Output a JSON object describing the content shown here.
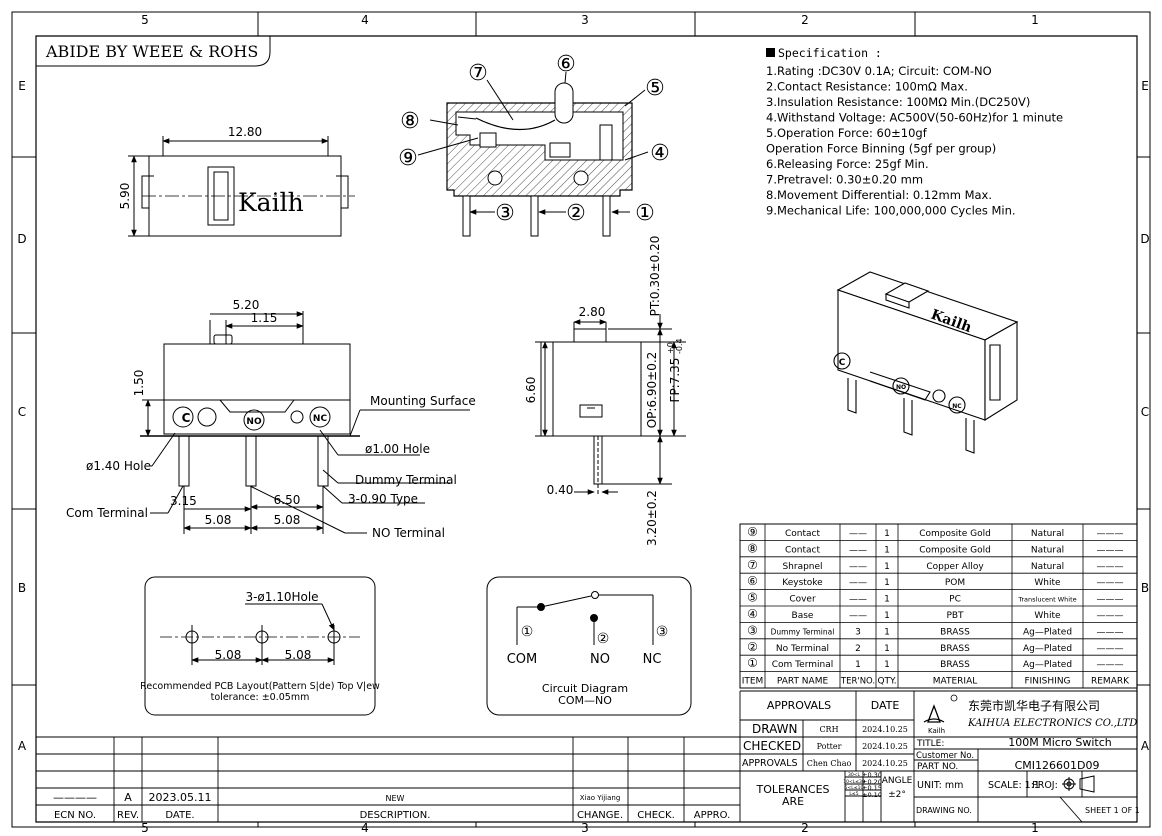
{
  "frame": {
    "cols": [
      "5",
      "4",
      "3",
      "2",
      "1"
    ],
    "rows": [
      "E",
      "D",
      "C",
      "B",
      "A"
    ]
  },
  "header_note": "ABIDE BY WEEE & ROHS",
  "brand": "Kailh",
  "spec": {
    "title": "Specification :",
    "items": [
      "1.Rating :DC30V 0.1A; Circuit: COM-NO",
      "2.Contact Resistance: 100mΩ Max.",
      "3.Insulation Resistance: 100MΩ Min.(DC250V)",
      "4.Withstand Voltage: AC500V(50-60Hz)for 1 minute",
      "5.Operation Force: 60±10gf",
      "  Operation Force Binning (5gf per group)",
      "6.Releasing Force: 25gf Min.",
      "7.Pretravel: 0.30±0.20 mm",
      "8.Movement Differential: 0.12mm Max.",
      "9.Mechanical Life: 100,000,000 Cycles Min."
    ]
  },
  "dims": {
    "top_width": "12.80",
    "top_height": "5.90",
    "d520": "5.20",
    "d115": "1.15",
    "d150": "1.50",
    "d315": "3.15",
    "d650": "6.50",
    "d508a": "5.08",
    "d508b": "5.08",
    "d280": "2.80",
    "d660": "6.60",
    "d040": "0.40",
    "pt": "PT:0.30±0.20",
    "op": "OP:6.90±0.2",
    "fp": "FP:7.35",
    "fp_tol_up": "+0",
    "fp_tol_dn": "-0.4",
    "d320": "3.20±0.2"
  },
  "callouts": {
    "mounting": "Mounting Surface",
    "hole100": "ø1.00 Hole",
    "hole140": "ø1.40 Hole",
    "dummy": "Dummy Terminal",
    "type": "3-0.90 Type",
    "com": "Com Terminal",
    "no": "NO Terminal"
  },
  "terminal_marks": [
    "C",
    "NO",
    "NC"
  ],
  "balloons": [
    "①",
    "②",
    "③",
    "④",
    "⑤",
    "⑥",
    "⑦",
    "⑧",
    "⑨"
  ],
  "pcb": {
    "hole_label": "3-ø1.10Hole",
    "d1": "5.08",
    "d2": "5.08",
    "caption": "Recommended PCB Layout(Pattern S|de) Top V|ew",
    "tolerance": "tolerance: ±0.05mm"
  },
  "circuit": {
    "n1": "①",
    "n2": "②",
    "n3": "③",
    "com": "COM",
    "no": "NO",
    "nc": "NC",
    "title": "Circuit Diagram",
    "subtitle": "COM—NO"
  },
  "bom": {
    "headers": [
      "ITEM",
      "PART NAME",
      "TER'NO.",
      "QTY.",
      "MATERIAL",
      "FINISHING",
      "REMARK"
    ],
    "rows": [
      {
        "item": "⑨",
        "name": "Contact",
        "ter": "——",
        "qty": "1",
        "material": "Composite Gold",
        "finish": "Natural",
        "remark": "———"
      },
      {
        "item": "⑧",
        "name": "Contact",
        "ter": "——",
        "qty": "1",
        "material": "Composite Gold",
        "finish": "Natural",
        "remark": "———"
      },
      {
        "item": "⑦",
        "name": "Shrapnel",
        "ter": "——",
        "qty": "1",
        "material": "Copper Alloy",
        "finish": "Natural",
        "remark": "———"
      },
      {
        "item": "⑥",
        "name": "Keystoke",
        "ter": "——",
        "qty": "1",
        "material": "POM",
        "finish": "White",
        "remark": "———"
      },
      {
        "item": "⑤",
        "name": "Cover",
        "ter": "——",
        "qty": "1",
        "material": "PC",
        "finish": "Translucent White",
        "remark": "———"
      },
      {
        "item": "④",
        "name": "Base",
        "ter": "——",
        "qty": "1",
        "material": "PBT",
        "finish": "White",
        "remark": "———"
      },
      {
        "item": "③",
        "name": "Dummy Terminal",
        "ter": "3",
        "qty": "1",
        "material": "BRASS",
        "finish": "Ag—Plated",
        "remark": "———"
      },
      {
        "item": "②",
        "name": "No Terminal",
        "ter": "2",
        "qty": "1",
        "material": "BRASS",
        "finish": "Ag—Plated",
        "remark": "———"
      },
      {
        "item": "①",
        "name": "Com Terminal",
        "ter": "1",
        "qty": "1",
        "material": "BRASS",
        "finish": "Ag—Plated",
        "remark": "———"
      }
    ]
  },
  "title_block": {
    "approvals_hdr": "APPROVALS",
    "date_hdr": "DATE",
    "drawn": "DRAWN",
    "drawn_by": "CRH",
    "drawn_date": "2024.10.25",
    "checked": "CHECKED",
    "checked_by": "Potter",
    "checked_date": "2024.10.25",
    "approvals": "APPROVALS",
    "approvals_by": "Chen Chao",
    "approvals_date": "2024.10.25",
    "tolerances": "TOLERANCES",
    "are": "ARE",
    "tol_ranges": [
      "30<L",
      "10<L≤30",
      "5<L≤10",
      "L≤5"
    ],
    "tol_values": [
      "±0.30",
      "±0.20",
      "±0.15",
      "±0.10"
    ],
    "angle_hdr": "ANGLE",
    "angle_val": "±2°",
    "company_cn": "东莞市凯华电子有限公司",
    "company_en": "KAIHUA ELECTRONICS CO.,LTD",
    "logo_text": "Kailh",
    "title_lbl": "TITLE:",
    "title_val": "100M Micro Switch",
    "customer_lbl": "Customer No.",
    "part_lbl": "PART NO.",
    "part_val": "CMI126601D09",
    "unit": "UNIT: mm",
    "scale": "SCALE: 1:1",
    "proj": "PROJ:",
    "drawing_no": "DRAWING NO.",
    "sheet": "SHEET 1 OF 1"
  },
  "revision": {
    "rev_ecn": "————",
    "rev": "A",
    "date": "2023.05.11",
    "desc": "NEW",
    "change_by": "Xiao Yijiang",
    "headers": [
      "ECN NO.",
      "REV.",
      "DATE.",
      "DESCRIPTION.",
      "CHANGE.",
      "CHECK.",
      "APPRO."
    ]
  }
}
